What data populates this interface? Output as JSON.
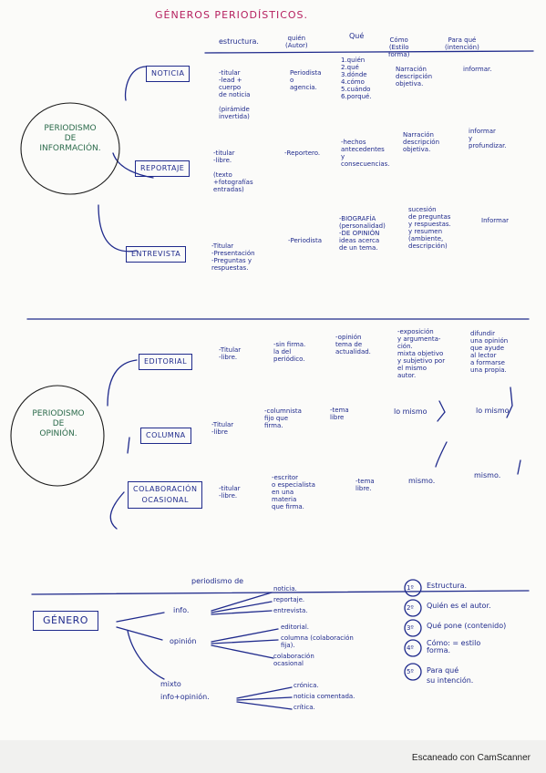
{
  "title": "GÉNEROS PERIODÍSTICOS.",
  "headers": {
    "estructura": "estructura.",
    "quien": "quién\n(Autor)",
    "que": "Qué",
    "como": "Cómo\n(Estilo\nforma)",
    "para_que": "Para qué\n(intención)"
  },
  "informacion": {
    "label": "PERIODISMO\nDE\nINFORMACIÓN.",
    "noticia": {
      "name": "NOTICIA",
      "estructura": "-titular\n-lead +\ncuerpo\nde noticia\n\n(pirámide\ninvertida)",
      "quien": "Periodista\no\nagencia.",
      "que": "1.quién\n2.qué\n3.dónde\n4.cómo\n5.cuándo\n6.porqué.",
      "como": "Narración\ndescripción\nobjetiva.",
      "para_que": "informar."
    },
    "reportaje": {
      "name": "REPORTAJE",
      "estructura": "-titular\n-libre.\n\n(texto\n+fotografías\nentradas)",
      "quien": "-Reportero.",
      "que": "-hechos\nantecedentes\ny\nconsecuencias.",
      "como": "Narración\ndescripción\nobjetiva.",
      "para_que": "informar\ny\nprofundizar."
    },
    "entrevista": {
      "name": "ENTREVISTA",
      "estructura": "-Titular\n-Presentación\n-Preguntas y\nrespuestas.",
      "quien": "-Periodista",
      "que": "-BIOGRAFÍA\n(personalidad)\n-DE OPINIÓN\nideas acerca\nde un tema.",
      "como": "sucesión\nde preguntas\ny respuestas.\ny resumen\n(ambiente,\ndescripción)",
      "para_que": "Informar"
    }
  },
  "opinion": {
    "label": "PERIODISMO\nDE\nOPINIÓN.",
    "editorial": {
      "name": "EDITORIAL",
      "estructura": "-Titular\n-libre.",
      "quien": "-sin firma.\nla del\nperiódico.",
      "que": "-opinión\ntema de\nactualidad.",
      "como": "-exposición\ny argumenta-\nción.\nmixta objetivo\ny subjetivo por\nel mismo\nautor.",
      "para_que": "difundir\nuna opinión\nque ayude\nal lector\na formarse\nuna propia."
    },
    "columna": {
      "name": "COLUMNA",
      "estructura": "-Titular\n-libre",
      "quien": "-columnista\nfijo que\nfirma.",
      "que": "-tema\nlibre",
      "como": "lo mismo",
      "para_que": "lo mismo"
    },
    "colaboracion": {
      "name": "COLABORACIÓN\nOCASIONAL",
      "estructura": "-titular\n-libre.",
      "quien": "-escritor\no especialista\nen una\nmateria\nque firma.",
      "que": "-tema\nlibre.",
      "como": "mismo.",
      "para_que": "mismo."
    }
  },
  "genero": {
    "label": "GÉNERO",
    "periodismo_de": "periodismo de",
    "info": {
      "label": "info.",
      "items": [
        "noticia.",
        "reportaje.",
        "entrevista."
      ]
    },
    "opinion": {
      "label": "opinión",
      "items": [
        "editorial.",
        "columna (colaboración\nfija).",
        "colaboración\nocasional"
      ]
    },
    "mixto": {
      "label": "mixto\ninfo+opinión.",
      "items": [
        "crónica.",
        "noticia comentada.",
        "crítica."
      ]
    }
  },
  "steps": [
    {
      "num": "1º",
      "text": "Estructura."
    },
    {
      "num": "2º",
      "text": "Quién es el autor."
    },
    {
      "num": "3º",
      "text": "Qué pone (contenido)"
    },
    {
      "num": "4º",
      "text": "Cómo: = estilo\nforma."
    },
    {
      "num": "5º",
      "text": "Para qué\nsu intención."
    }
  ],
  "footer": "Escaneado con CamScanner"
}
